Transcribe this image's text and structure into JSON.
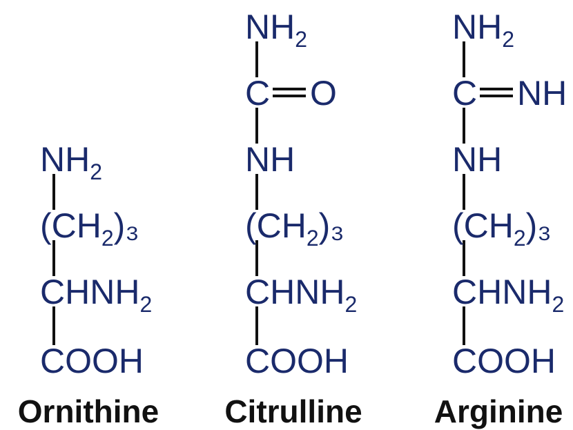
{
  "molecules": [
    {
      "name": "Ornithine",
      "groups": [
        {
          "main": "NH",
          "sub": "2",
          "tail": ""
        },
        {
          "main": "(CH",
          "sub": "2",
          "tail": ")₃"
        },
        {
          "main": "CHNH",
          "sub": "2",
          "tail": ""
        },
        {
          "main": "COOH",
          "sub": "",
          "tail": ""
        }
      ]
    },
    {
      "name": "Citrulline",
      "groups": [
        {
          "main": "NH",
          "sub": "2",
          "tail": ""
        },
        {
          "main": "C",
          "sub": "",
          "tail": "",
          "double": "O"
        },
        {
          "main": "NH",
          "sub": "",
          "tail": ""
        },
        {
          "main": "(CH",
          "sub": "2",
          "tail": ")₃"
        },
        {
          "main": "CHNH",
          "sub": "2",
          "tail": ""
        },
        {
          "main": "COOH",
          "sub": "",
          "tail": ""
        }
      ]
    },
    {
      "name": "Arginine",
      "groups": [
        {
          "main": "NH",
          "sub": "2",
          "tail": ""
        },
        {
          "main": "C",
          "sub": "",
          "tail": "",
          "double": "NH"
        },
        {
          "main": "NH",
          "sub": "",
          "tail": ""
        },
        {
          "main": "(CH",
          "sub": "2",
          "tail": ")₃"
        },
        {
          "main": "CHNH",
          "sub": "2",
          "tail": ""
        },
        {
          "main": "COOH",
          "sub": "",
          "tail": ""
        }
      ]
    }
  ]
}
